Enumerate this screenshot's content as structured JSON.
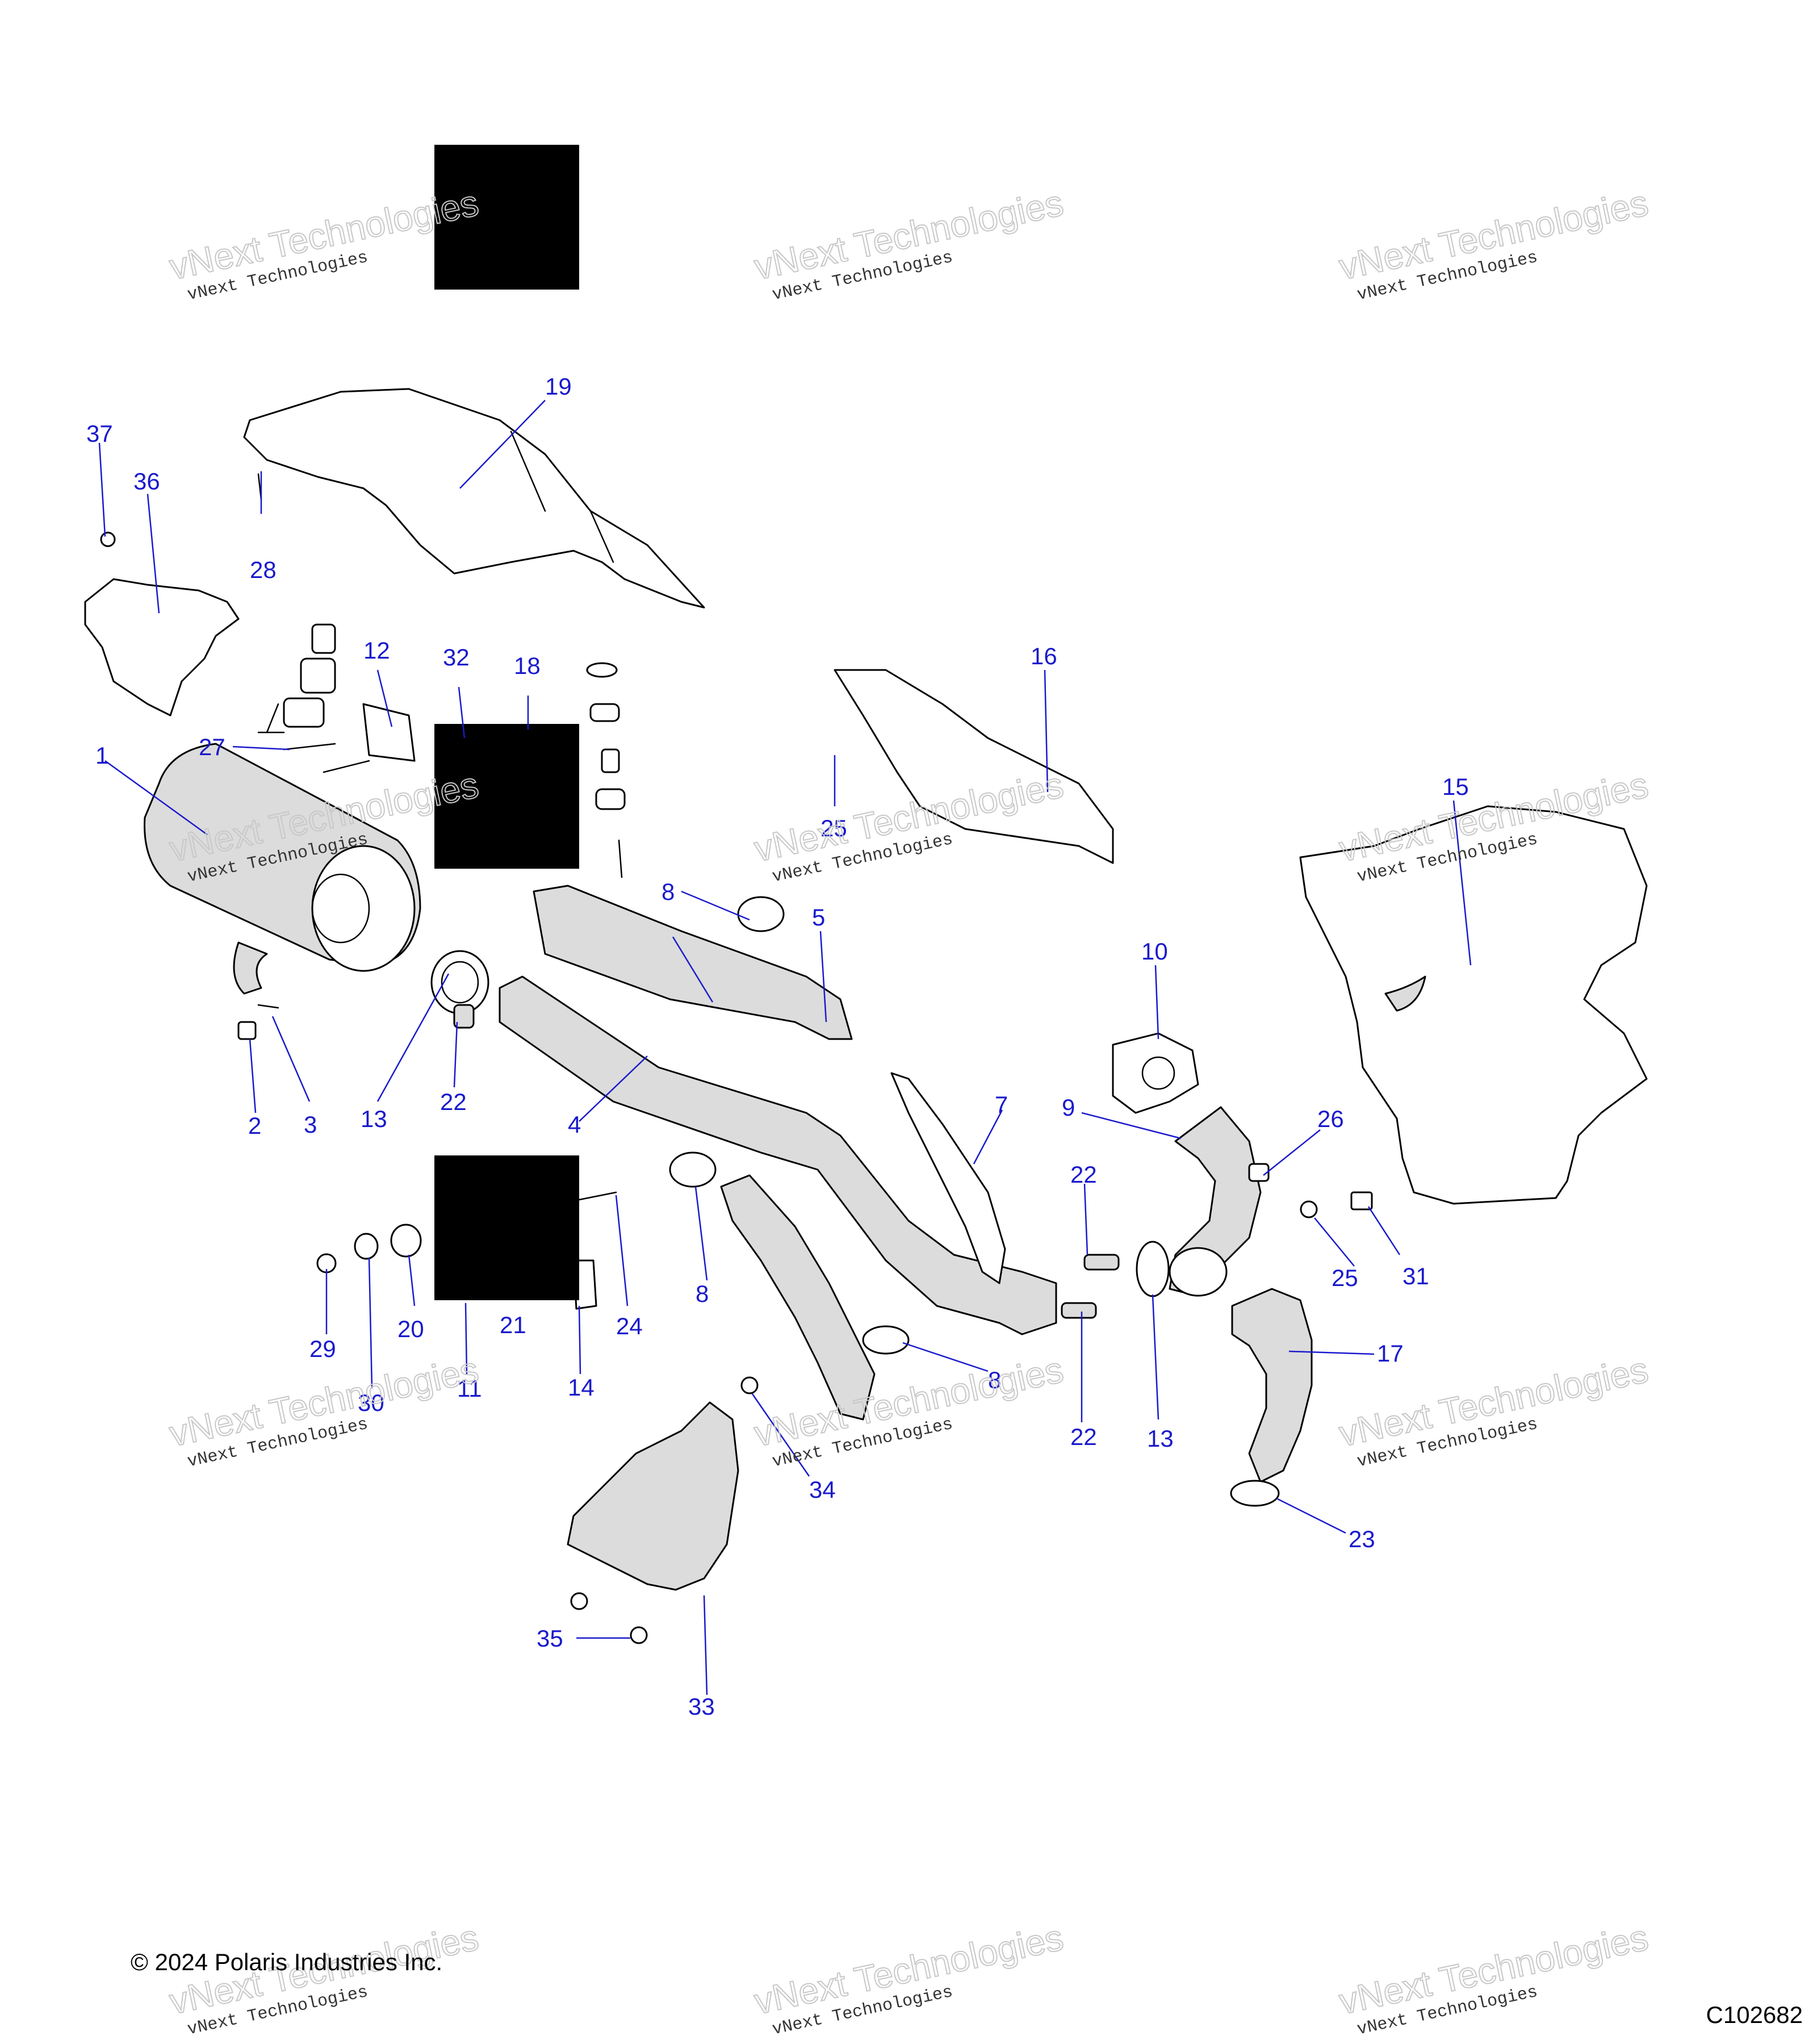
{
  "copyright": "© 2024 Polaris Industries Inc.",
  "figure_code": "C102682",
  "watermark": {
    "line1": "vNext Technologies",
    "line2": "vNext Technologies"
  },
  "colors": {
    "callout": "#1a1acc",
    "outline": "#000000",
    "shading": "#dcdcdc"
  },
  "callouts": [
    "37",
    "36",
    "28",
    "19",
    "12",
    "32",
    "18",
    "27",
    "1",
    "16",
    "25",
    "15",
    "8",
    "5",
    "10",
    "13",
    "22",
    "2",
    "3",
    "4",
    "9",
    "26",
    "7",
    "22",
    "8",
    "29",
    "30",
    "20",
    "11",
    "21",
    "14",
    "24",
    "25",
    "31",
    "8",
    "22",
    "13",
    "17",
    "34",
    "23",
    "35",
    "33"
  ]
}
